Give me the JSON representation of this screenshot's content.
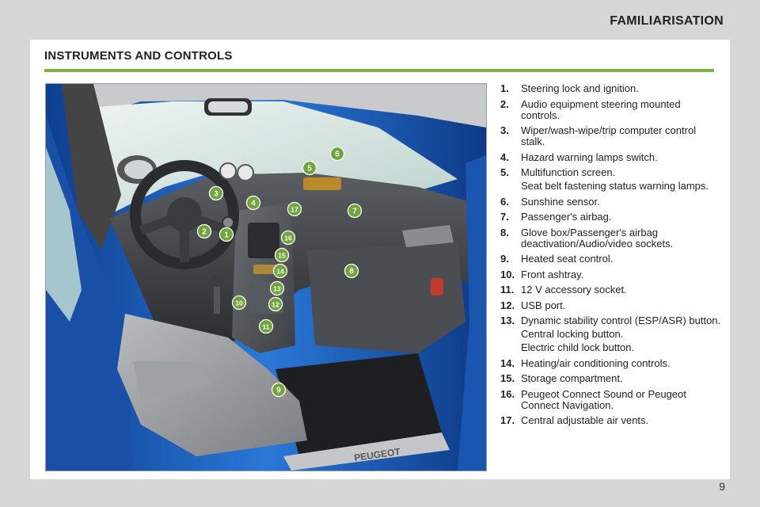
{
  "header": {
    "section": "FAMILIARISATION"
  },
  "page": {
    "title": "INSTRUMENTS AND CONTROLS",
    "number": "9"
  },
  "colors": {
    "accent_green": "#7fb342",
    "badge_green": "#6fa53a",
    "car_blue": "#1f5fc0"
  },
  "legend": [
    {
      "num": "1.",
      "lines": [
        "Steering lock and ignition."
      ]
    },
    {
      "num": "2.",
      "lines": [
        "Audio equipment steering mounted controls."
      ]
    },
    {
      "num": "3.",
      "lines": [
        "Wiper/wash-wipe/trip computer control stalk."
      ]
    },
    {
      "num": "4.",
      "lines": [
        "Hazard warning lamps switch."
      ]
    },
    {
      "num": "5.",
      "lines": [
        "Multifunction screen.",
        "Seat belt fastening status warning lamps."
      ]
    },
    {
      "num": "6.",
      "lines": [
        "Sunshine sensor."
      ]
    },
    {
      "num": "7.",
      "lines": [
        "Passenger's airbag."
      ]
    },
    {
      "num": "8.",
      "lines": [
        "Glove box/Passenger's airbag deactivation/Audio/video sockets."
      ]
    },
    {
      "num": "9.",
      "lines": [
        "Heated seat control."
      ]
    },
    {
      "num": "10.",
      "lines": [
        "Front ashtray."
      ]
    },
    {
      "num": "11.",
      "lines": [
        "12 V accessory socket."
      ]
    },
    {
      "num": "12.",
      "lines": [
        "USB port."
      ]
    },
    {
      "num": "13.",
      "lines": [
        "Dynamic stability control (ESP/ASR) button.",
        "Central locking button.",
        "Electric child lock button."
      ]
    },
    {
      "num": "14.",
      "lines": [
        "Heating/air conditioning controls."
      ]
    },
    {
      "num": "15.",
      "lines": [
        "Storage compartment."
      ]
    },
    {
      "num": "16.",
      "lines": [
        "Peugeot Connect Sound or Peugeot Connect Navigation."
      ]
    },
    {
      "num": "17.",
      "lines": [
        "Central adjustable air vents."
      ]
    }
  ],
  "badges": [
    "1",
    "2",
    "3",
    "4",
    "5",
    "6",
    "7",
    "8",
    "9",
    "10",
    "11",
    "12",
    "13",
    "14",
    "15",
    "16",
    "17"
  ],
  "sill_text": "PEUGEOT"
}
